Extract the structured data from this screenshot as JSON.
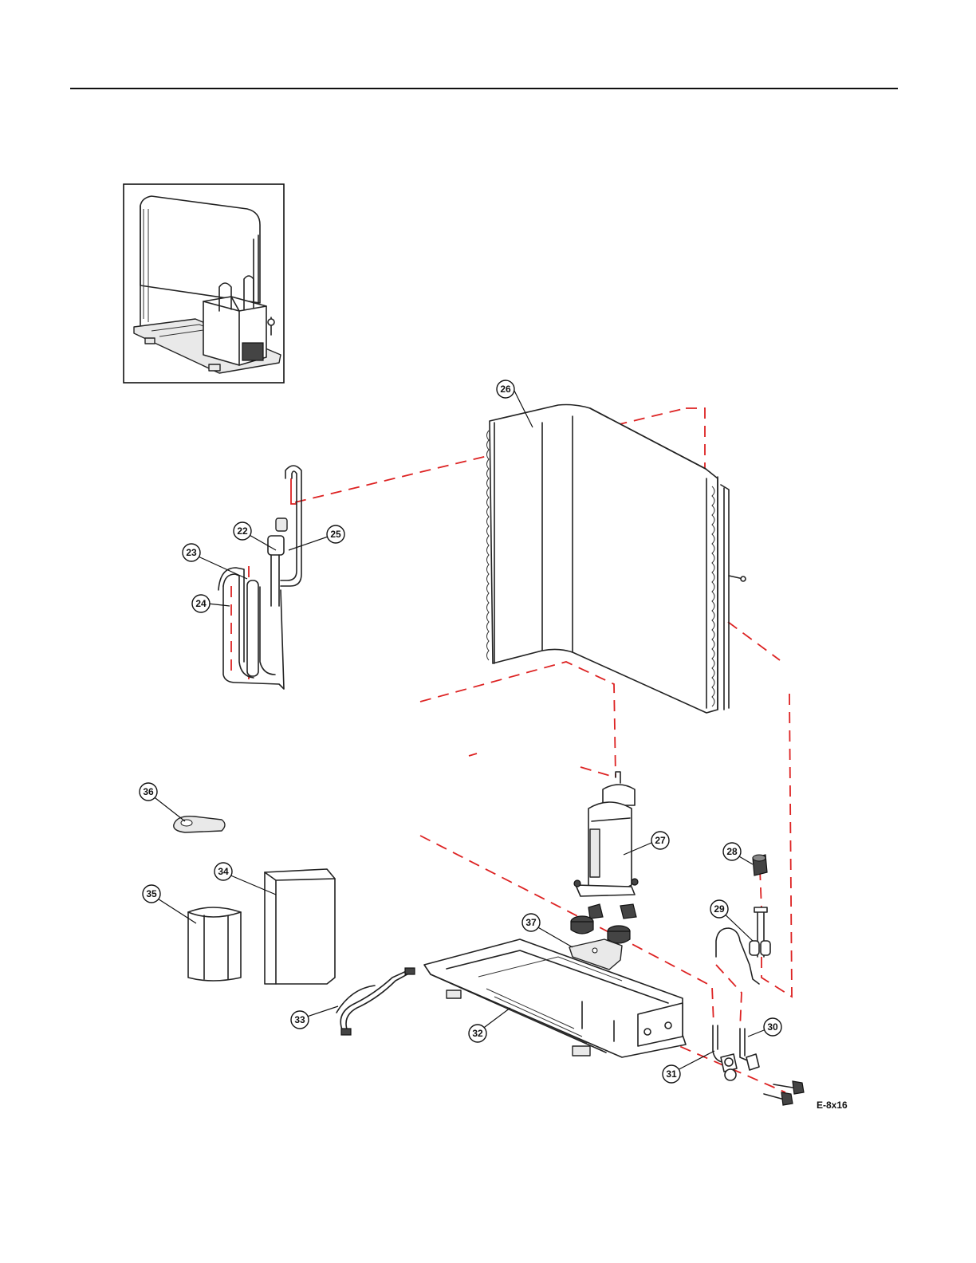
{
  "callouts": [
    {
      "id": "22",
      "label": "22"
    },
    {
      "id": "23",
      "label": "23"
    },
    {
      "id": "24",
      "label": "24"
    },
    {
      "id": "25",
      "label": "25"
    },
    {
      "id": "26",
      "label": "26"
    },
    {
      "id": "27",
      "label": "27"
    },
    {
      "id": "28",
      "label": "28"
    },
    {
      "id": "29",
      "label": "29"
    },
    {
      "id": "30",
      "label": "30"
    },
    {
      "id": "31",
      "label": "31"
    },
    {
      "id": "32",
      "label": "32"
    },
    {
      "id": "33",
      "label": "33"
    },
    {
      "id": "34",
      "label": "34"
    },
    {
      "id": "35",
      "label": "35"
    },
    {
      "id": "36",
      "label": "36"
    },
    {
      "id": "37",
      "label": "37"
    }
  ],
  "screw_code": "E-8x16",
  "colors": {
    "leader_red": "#dd2222",
    "line": "#222222"
  }
}
